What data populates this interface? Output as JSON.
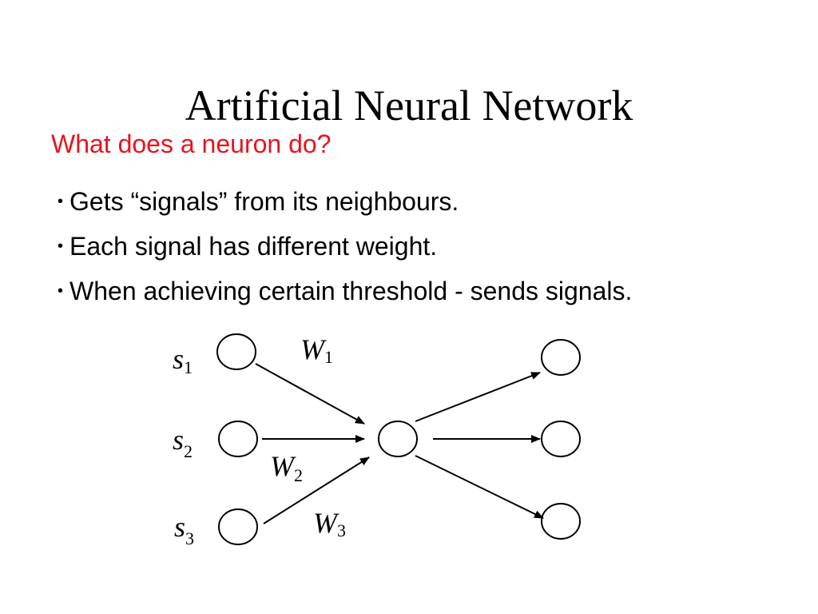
{
  "slide": {
    "title": "Artificial Neural Network",
    "subtitle": "What does a neuron do?",
    "bullets": [
      "Gets “signals” from its neighbours.",
      "Each signal has different weight.",
      "When achieving certain threshold - sends signals."
    ]
  },
  "diagram": {
    "signal_labels": [
      {
        "base": "s",
        "sub": "1"
      },
      {
        "base": "s",
        "sub": "2"
      },
      {
        "base": "s",
        "sub": "3"
      }
    ],
    "weight_labels": [
      {
        "base": "W",
        "sub": "1"
      },
      {
        "base": "W",
        "sub": "2"
      },
      {
        "base": "W",
        "sub": "3"
      }
    ]
  }
}
